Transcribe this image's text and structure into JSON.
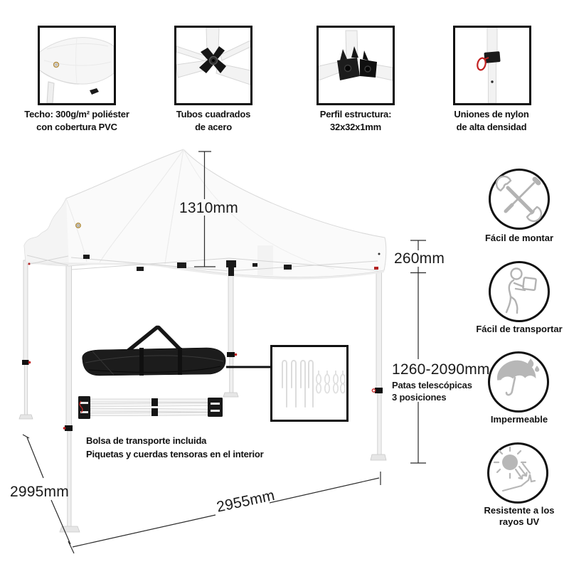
{
  "features": [
    {
      "icon": "canopy-corner-photo",
      "caption_line1": "Techo: 300g/m² poliéster",
      "caption_line2": "con cobertura PVC"
    },
    {
      "icon": "cross-connector-photo",
      "caption_line1": "Tubos cuadrados",
      "caption_line2": "de acero"
    },
    {
      "icon": "corner-bracket-photo",
      "caption_line1": "Perfil estructura:",
      "caption_line2": "32x32x1mm"
    },
    {
      "icon": "nylon-joint-photo",
      "caption_line1": "Uniones de nylon",
      "caption_line2": "de alta densidad"
    }
  ],
  "dimensions": {
    "peak_height": "1310mm",
    "valance_height": "260mm",
    "telescopic_range": "1260-2090mm",
    "telescopic_note_line1": "Patas telescópicas",
    "telescopic_note_line2": "3 posiciones",
    "depth": "2995mm",
    "width": "2955mm"
  },
  "included_note": {
    "line1": "Bolsa de transporte incluida",
    "line2": "Piquetas y cuerdas tensoras en el interior"
  },
  "benefits": [
    {
      "icon": "tools-icon",
      "label_line1": "Fácil de montar",
      "label_line2": ""
    },
    {
      "icon": "person-carry-icon",
      "label_line1": "Fácil de transportar",
      "label_line2": ""
    },
    {
      "icon": "umbrella-icon",
      "label_line1": "Impermeable",
      "label_line2": ""
    },
    {
      "icon": "sun-uv-icon",
      "label_line1": "Resistente a los",
      "label_line2": "rayos UV"
    }
  ],
  "colors": {
    "outline_black": "#111111",
    "icon_gray": "#b3b3b3",
    "accent_red": "#c32222",
    "fabric_light": "#fafafa",
    "text": "#1a1a1a"
  }
}
